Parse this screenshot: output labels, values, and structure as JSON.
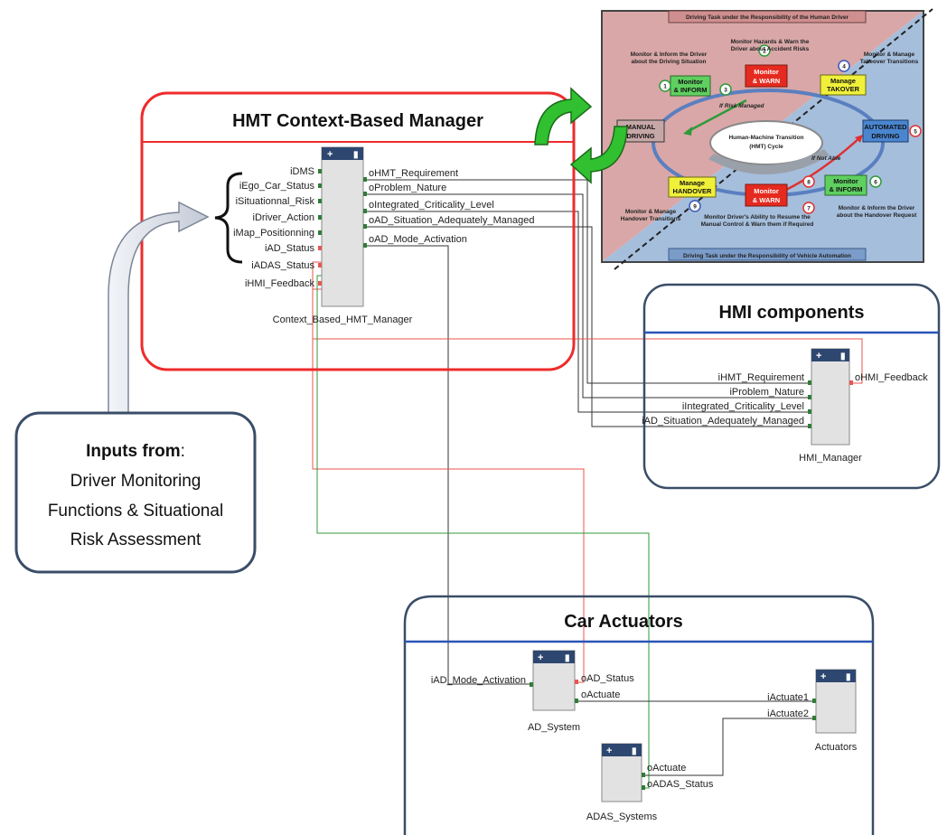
{
  "hmt_manager": {
    "title": "HMT Context-Based Manager",
    "block_name": "Context_Based_HMT_Manager",
    "inputs": [
      "iDMS",
      "iEgo_Car_Status",
      "iSituationnal_Risk",
      "iDriver_Action",
      "iMap_Positionning",
      "iAD_Status",
      "iADAS_Status",
      "iHMI_Feedback"
    ],
    "outputs": [
      "oHMT_Requirement",
      "oProblem_Nature",
      "oIntegrated_Criticality_Level",
      "oAD_Situation_Adequately_Managed",
      "oAD_Mode_Activation"
    ]
  },
  "hmi": {
    "title": "HMI components",
    "block_name": "HMI_Manager",
    "inputs": [
      "iHMT_Requirement",
      "iProblem_Nature",
      "iIntegrated_Criticality_Level",
      "iAD_Situation_Adequately_Managed"
    ],
    "outputs": [
      "oHMI_Feedback"
    ]
  },
  "inputs_box": {
    "title": "Inputs from",
    "colon": ":",
    "line1": "Driver Monitoring",
    "line2": "Functions & Situational",
    "line3": "Risk Assessment"
  },
  "actuators": {
    "title": "Car Actuators",
    "ad_system": {
      "name": "AD_System",
      "input": "iAD_Mode_Activation",
      "outputs": [
        "oAD_Status",
        "oActuate"
      ]
    },
    "adas": {
      "name": "ADAS_Systems",
      "outputs": [
        "oActuate",
        "oADAS_Status"
      ]
    },
    "act": {
      "name": "Actuators",
      "inputs": [
        "iActuate1",
        "iActuate2"
      ]
    }
  },
  "cycle": {
    "top_banner": "Driving Task under the Responsibility of the Human Driver",
    "bottom_banner": "Driving Task under the Responsibility of Vehicle Automation",
    "center_l1": "Human-Machine Transition",
    "center_l2": "(HMT) Cycle",
    "if_risk_managed": "If Risk Managed",
    "if_not_able": "If Not Able",
    "nums": [
      "1",
      "2",
      "3",
      "4",
      "5",
      "6",
      "7",
      "8",
      "9"
    ],
    "boxes": {
      "manual_l1": "MANUAL",
      "manual_l2": "DRIVING",
      "mon_inform_l1": "Monitor",
      "mon_inform_l2": "& INFORM",
      "mon_warn_l1": "Monitor",
      "mon_warn_l2": "& WARN",
      "takeover_l1": "Manage",
      "takeover_l2": "TAKOVER",
      "automated_l1": "AUTOMATED",
      "automated_l2": "DRIVING",
      "mon_inform2_l1": "Monitor",
      "mon_inform2_l2": "& INFORM",
      "mon_warn2_l1": "Monitor",
      "mon_warn2_l2": "& WARN",
      "handover_l1": "Manage",
      "handover_l2": "HANDOVER"
    },
    "notes": {
      "n1_l1": "Monitor & Inform the Driver",
      "n1_l2": "about the Driving Situation",
      "n2_l1": "Monitor Hazards & Warn the",
      "n2_l2": "Driver about Accident Risks",
      "n4_l1": "Monitor & Manage",
      "n4_l2": "Takeover Transitions",
      "n6_l1": "Monitor & Inform the Driver",
      "n6_l2": "about the Handover Request",
      "n7_l1": "Monitor Driver's Ability to Resume the",
      "n7_l2": "Manual Control & Warn them if Required",
      "n9_l1": "Monitor & Manage",
      "n9_l2": "Handover Transitions"
    }
  },
  "colors": {
    "hmt_border": "#ef2b2b",
    "panel_border": "#3a4d68",
    "panel_rule": "#2a55b8",
    "block_header": "#2e4770",
    "wire_dark": "#333333",
    "wire_red": "#e8554f",
    "wire_green": "#2f9a3a",
    "arrow_green": "#30c030"
  }
}
